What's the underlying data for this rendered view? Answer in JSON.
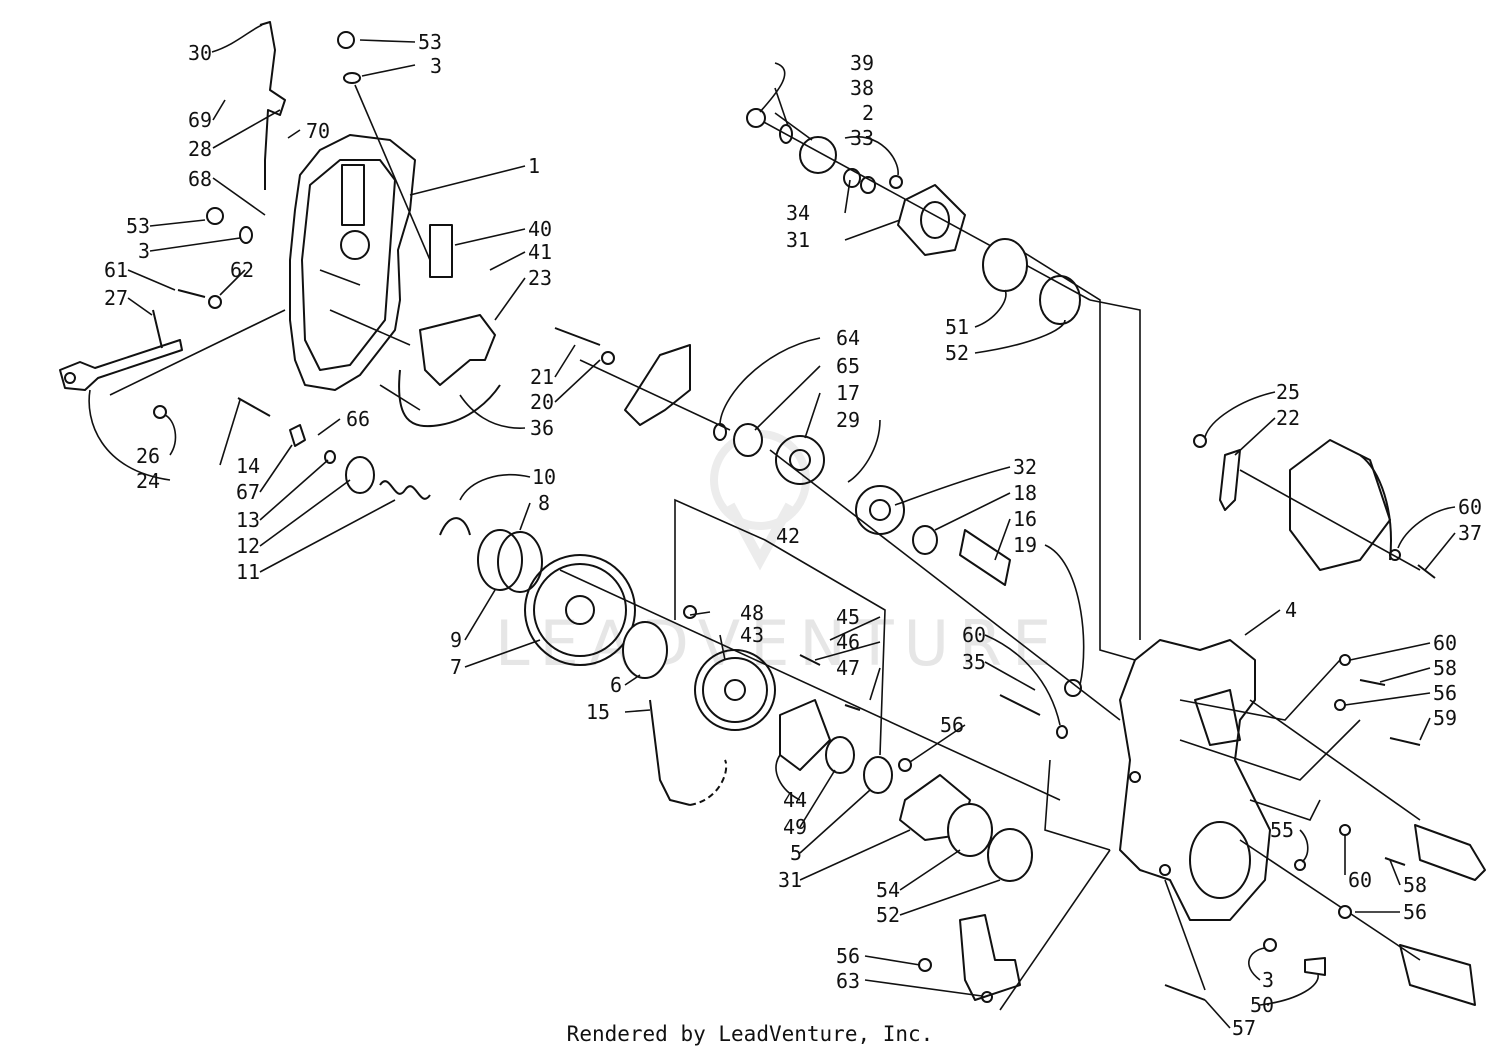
{
  "watermark": "LEADVENTURE",
  "footer": "Rendered by LeadVenture, Inc.",
  "callouts": [
    "30",
    "53",
    "3",
    "69",
    "70",
    "28",
    "68",
    "1",
    "53",
    "3",
    "40",
    "41",
    "23",
    "61",
    "62",
    "27",
    "36",
    "26",
    "24",
    "14",
    "66",
    "67",
    "13",
    "12",
    "11",
    "10",
    "8",
    "9",
    "7",
    "6",
    "15",
    "21",
    "20",
    "64",
    "65",
    "17",
    "29",
    "32",
    "18",
    "16",
    "19",
    "42",
    "48",
    "43",
    "45",
    "46",
    "47",
    "44",
    "49",
    "5",
    "31",
    "56",
    "54",
    "52",
    "60",
    "35",
    "39",
    "38",
    "2",
    "33",
    "34",
    "31",
    "51",
    "52",
    "25",
    "22",
    "60",
    "37",
    "4",
    "60",
    "58",
    "56",
    "59",
    "55",
    "60",
    "58",
    "56",
    "3",
    "50",
    "57",
    "56",
    "63"
  ]
}
